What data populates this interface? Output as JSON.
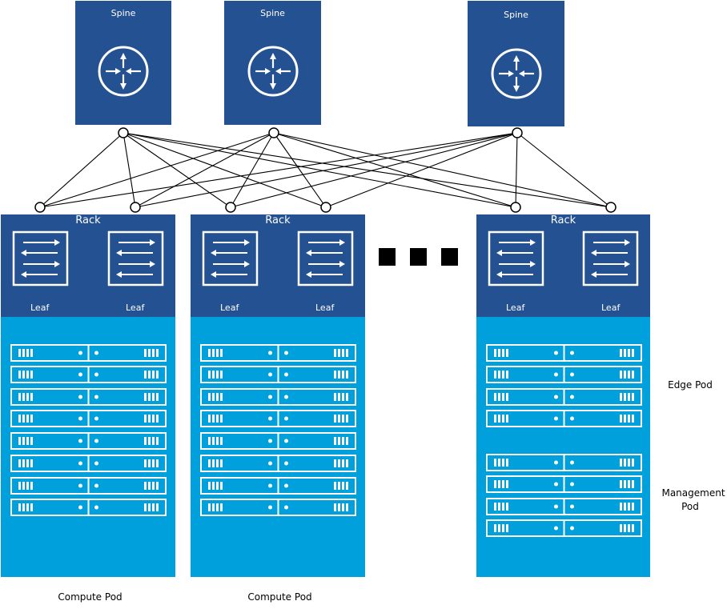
{
  "spines": [
    {
      "label": "Spine"
    },
    {
      "label": "Spine"
    },
    {
      "label": "Spine"
    }
  ],
  "racks": [
    {
      "label": "Rack",
      "leaves": [
        "Leaf",
        "Leaf"
      ],
      "pod": "Compute Pod"
    },
    {
      "label": "Rack",
      "leaves": [
        "Leaf",
        "Leaf"
      ],
      "pod": "Compute Pod"
    },
    {
      "label": "Rack",
      "leaves": [
        "Leaf",
        "Leaf"
      ]
    }
  ],
  "pods": {
    "edge": "Edge Pod",
    "management_line1": "Management",
    "management_line2": "Pod"
  },
  "icons": {
    "spine": "router-icon",
    "leaf": "switch-icon",
    "server": "server-icon",
    "ellipsis": "ellipsis-squares"
  },
  "colors": {
    "spine_fill": "#235192",
    "rack_head_fill": "#235192",
    "rack_body_fill": "#00a0dd",
    "server_stroke": "#ffffff",
    "link": "#000000"
  }
}
